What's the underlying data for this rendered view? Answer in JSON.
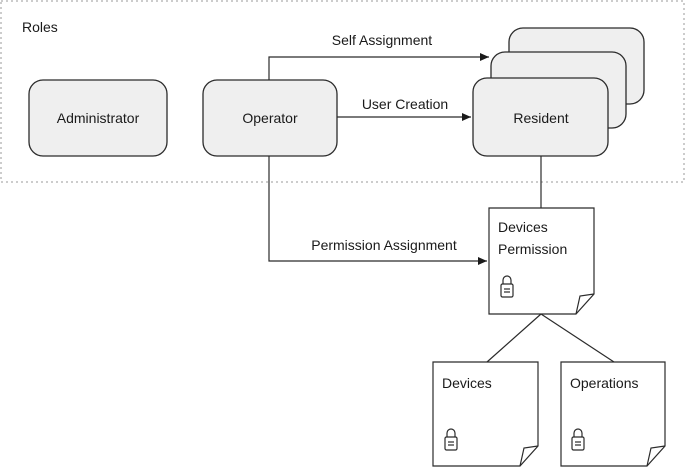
{
  "region": {
    "label": "Roles"
  },
  "roles": {
    "administrator": "Administrator",
    "operator": "Operator",
    "resident": "Resident"
  },
  "edges": {
    "self_assignment": "Self Assignment",
    "user_creation": "User Creation",
    "permission_assignment": "Permission Assignment"
  },
  "documents": {
    "devices_permission": {
      "line1": "Devices",
      "line2": "Permission"
    },
    "devices": "Devices",
    "operations": "Operations"
  },
  "icons": {
    "document_icon": "padlock-icon"
  }
}
